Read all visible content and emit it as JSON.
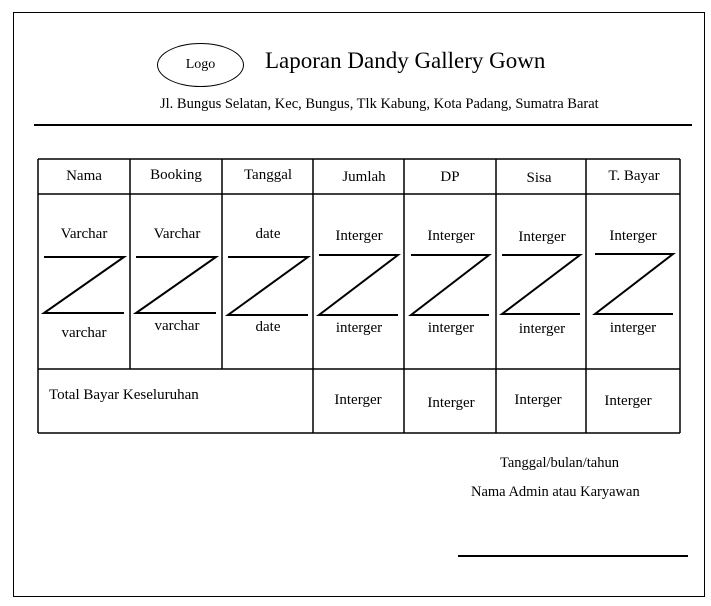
{
  "logo_label": "Logo",
  "title": "Laporan Dandy Gallery Gown",
  "address": "Jl. Bungus Selatan, Kec, Bungus, Tlk Kabung, Kota Padang, Sumatra Barat",
  "table": {
    "columns": [
      {
        "header": "Nama",
        "top": "Varchar",
        "bottom": "varchar"
      },
      {
        "header": "Booking",
        "top": "Varchar",
        "bottom": "varchar"
      },
      {
        "header": "Tanggal",
        "top": "date",
        "bottom": "date"
      },
      {
        "header": "Jumlah",
        "top": "Interger",
        "bottom": "interger"
      },
      {
        "header": "DP",
        "top": "Interger",
        "bottom": "interger"
      },
      {
        "header": "Sisa",
        "top": "Interger",
        "bottom": "interger"
      },
      {
        "header": "T. Bayar",
        "top": "Interger",
        "bottom": "interger"
      }
    ],
    "total_label": "Total Bayar Keseluruhan",
    "totals": [
      "Interger",
      "Interger",
      "Interger",
      "Interger"
    ]
  },
  "footer": {
    "date_label": "Tanggal/bulan/tahun",
    "admin_label": "Nama Admin atau Karyawan"
  }
}
